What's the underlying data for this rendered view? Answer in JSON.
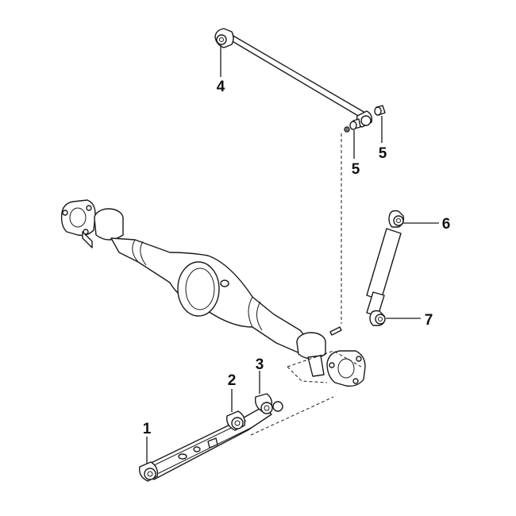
{
  "callouts": {
    "c1": "1",
    "c2": "2",
    "c3": "3",
    "c4": "4",
    "c5a": "5",
    "c5b": "5",
    "c6": "6",
    "c7": "7"
  },
  "colors": {
    "line": "#1a1a1a",
    "fill": "#ffffff",
    "text": "#111111"
  }
}
